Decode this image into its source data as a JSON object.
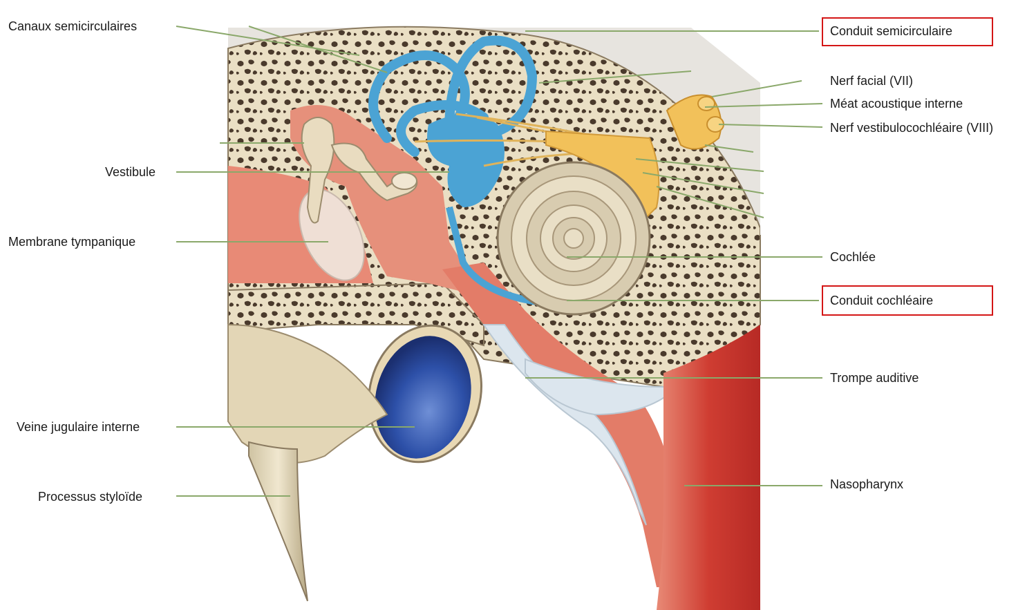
{
  "diagram": {
    "labels_left": {
      "canaux_semicirculaires": "Canaux semicirculaires",
      "vestibule": "Vestibule",
      "membrane_tympanique": "Membrane tympanique",
      "veine_jugulaire_interne": "Veine jugulaire interne",
      "processus_styloide": "Processus styloïde"
    },
    "labels_right": {
      "conduit_semicirculaire": "Conduit semicirculaire",
      "nerf_facial": "Nerf facial (VII)",
      "meat_acoustique_interne": "Méat acoustique interne",
      "nerf_vestibulocochleaire": "Nerf vestibulocochléaire (VIII)",
      "cochlee": "Cochlée",
      "conduit_cochleaire": "Conduit cochléaire",
      "trompe_auditive": "Trompe auditive",
      "nasopharynx": "Nasopharynx"
    },
    "highlight_color": "#d41616",
    "leader_color": "#8aa86a",
    "colors": {
      "bone": "#e8dcc0",
      "bone_pores": "#4a3a2c",
      "soft_tissue": "#e7937f",
      "muscle_red": "#d65a4a",
      "labyrinth_blue": "#4ba3d4",
      "vein_blue": "#2d50a8",
      "nerve_yellow": "#f2c15a",
      "cartilage": "#dbe6ee"
    }
  }
}
